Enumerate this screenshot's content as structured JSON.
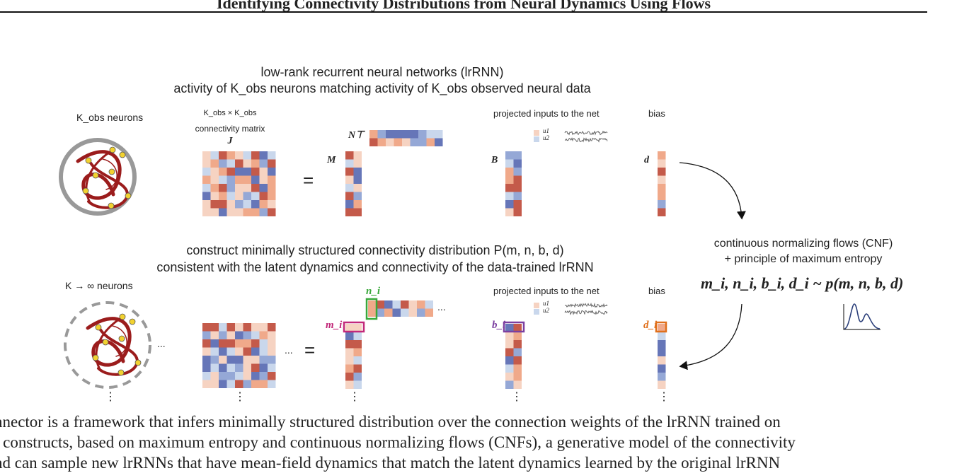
{
  "header": {
    "title": "Identifying Connectivity Distributions from Neural Dynamics Using Flows"
  },
  "top_panel": {
    "title_line1": "low-rank recurrent neural networks (lrRNN)",
    "title_line2": "activity of K_obs neurons matching activity of K_obs observed neural data",
    "neurons_label": "K_obs neurons",
    "matrix_label_line1": "K_obs × K_obs",
    "matrix_label_line2": "connectivity matrix",
    "matrix_symbol": "J",
    "equals": "=",
    "n_label": "N⊤",
    "m_label": "M",
    "inputs_label": "projected inputs to the net",
    "b_label": "B",
    "bias_label": "bias",
    "d_label": "d",
    "u1": "u1",
    "u2": "u2"
  },
  "bottom_panel": {
    "title_line1": "construct minimally structured connectivity distribution  P(m, n, b, d)",
    "title_line2": "consistent with the latent dynamics and connectivity of the data-trained lrRNN",
    "neurons_label": "K → ∞ neurons",
    "ellipsis": "...",
    "equals": "=",
    "vdots": "⋮",
    "n_label": "n_i",
    "m_label": "m_i",
    "inputs_label": "projected inputs to the net",
    "b_label": "b_i",
    "bias_label": "bias",
    "d_label": "d_i"
  },
  "cnf": {
    "line1": "continuous normalizing flows (CNF)",
    "line2": "+ principle of maximum entropy",
    "formula": "m_i, n_i, b_i, d_i ~ p(m, n, b, d)"
  },
  "caption": {
    "line1": "nnector is a framework that infers minimally structured distribution over the connection weights of the lrRNN trained on",
    "line2": "t constructs, based on maximum entropy and continuous normalizing flows (CNFs), a generative model of the connectivity",
    "line3": "nd can sample new lrRNNs that have mean-field dynamics that match the latent dynamics learned by the original lrRNN"
  },
  "colors": {
    "dark_red": "#c45a4a",
    "light_red": "#f0a98a",
    "pale_red": "#f6d3c2",
    "pale_blue": "#c9d7ec",
    "mid_blue": "#95a8d6",
    "dark_blue": "#6676b8",
    "neuron_body": "#9b1c1c",
    "node": "#f2d230",
    "n_highlight": "#39a83a",
    "m_highlight": "#c2297a",
    "b_highlight": "#7b3fa0",
    "d_highlight": "#e0701c"
  }
}
